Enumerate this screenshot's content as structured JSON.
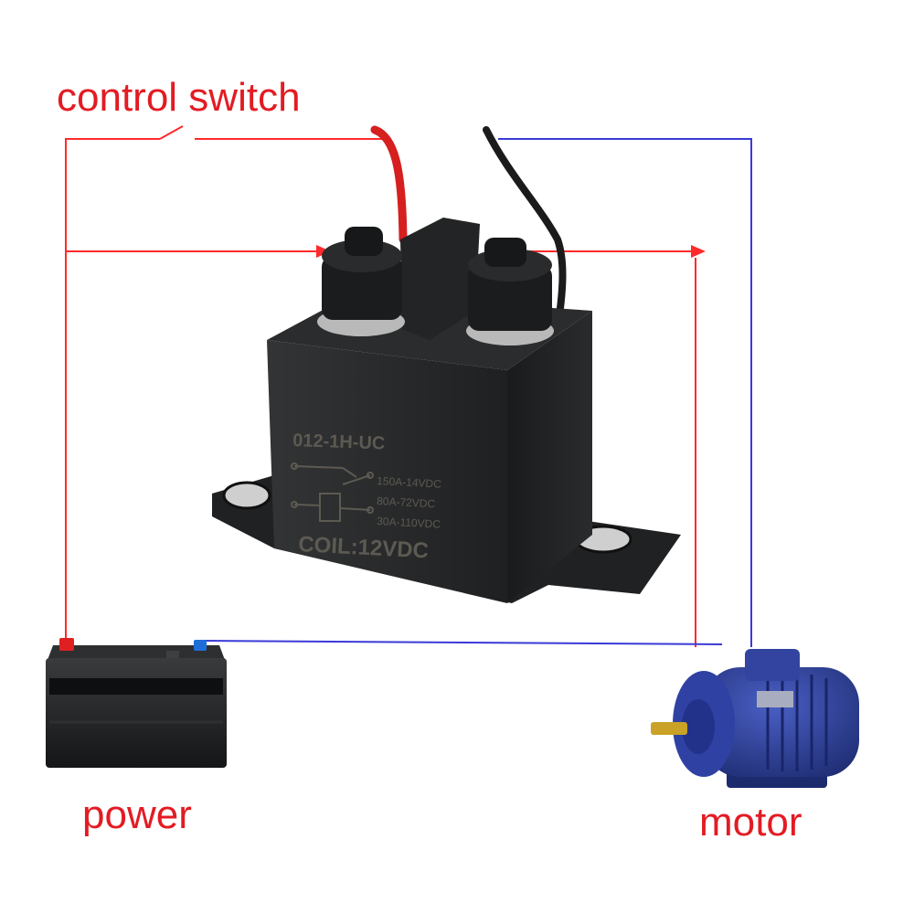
{
  "labels": {
    "control_switch": "control switch",
    "power": "power",
    "motor": "motor"
  },
  "relay": {
    "model": "012-1H-UC",
    "ratings": [
      "150A-14VDC",
      "80A-72VDC",
      "30A-110VDC"
    ],
    "coil": "COIL:12VDC"
  },
  "colors": {
    "label_text": "#e31b23",
    "positive_wire": "#ff2a2a",
    "negative_wire": "#3a3ad8",
    "relay_body": "#262728",
    "relay_marking": "#5c5a52",
    "battery_body": "#1d1e1f",
    "motor_body": "#2c3d8f",
    "shaft": "#c9a227"
  }
}
